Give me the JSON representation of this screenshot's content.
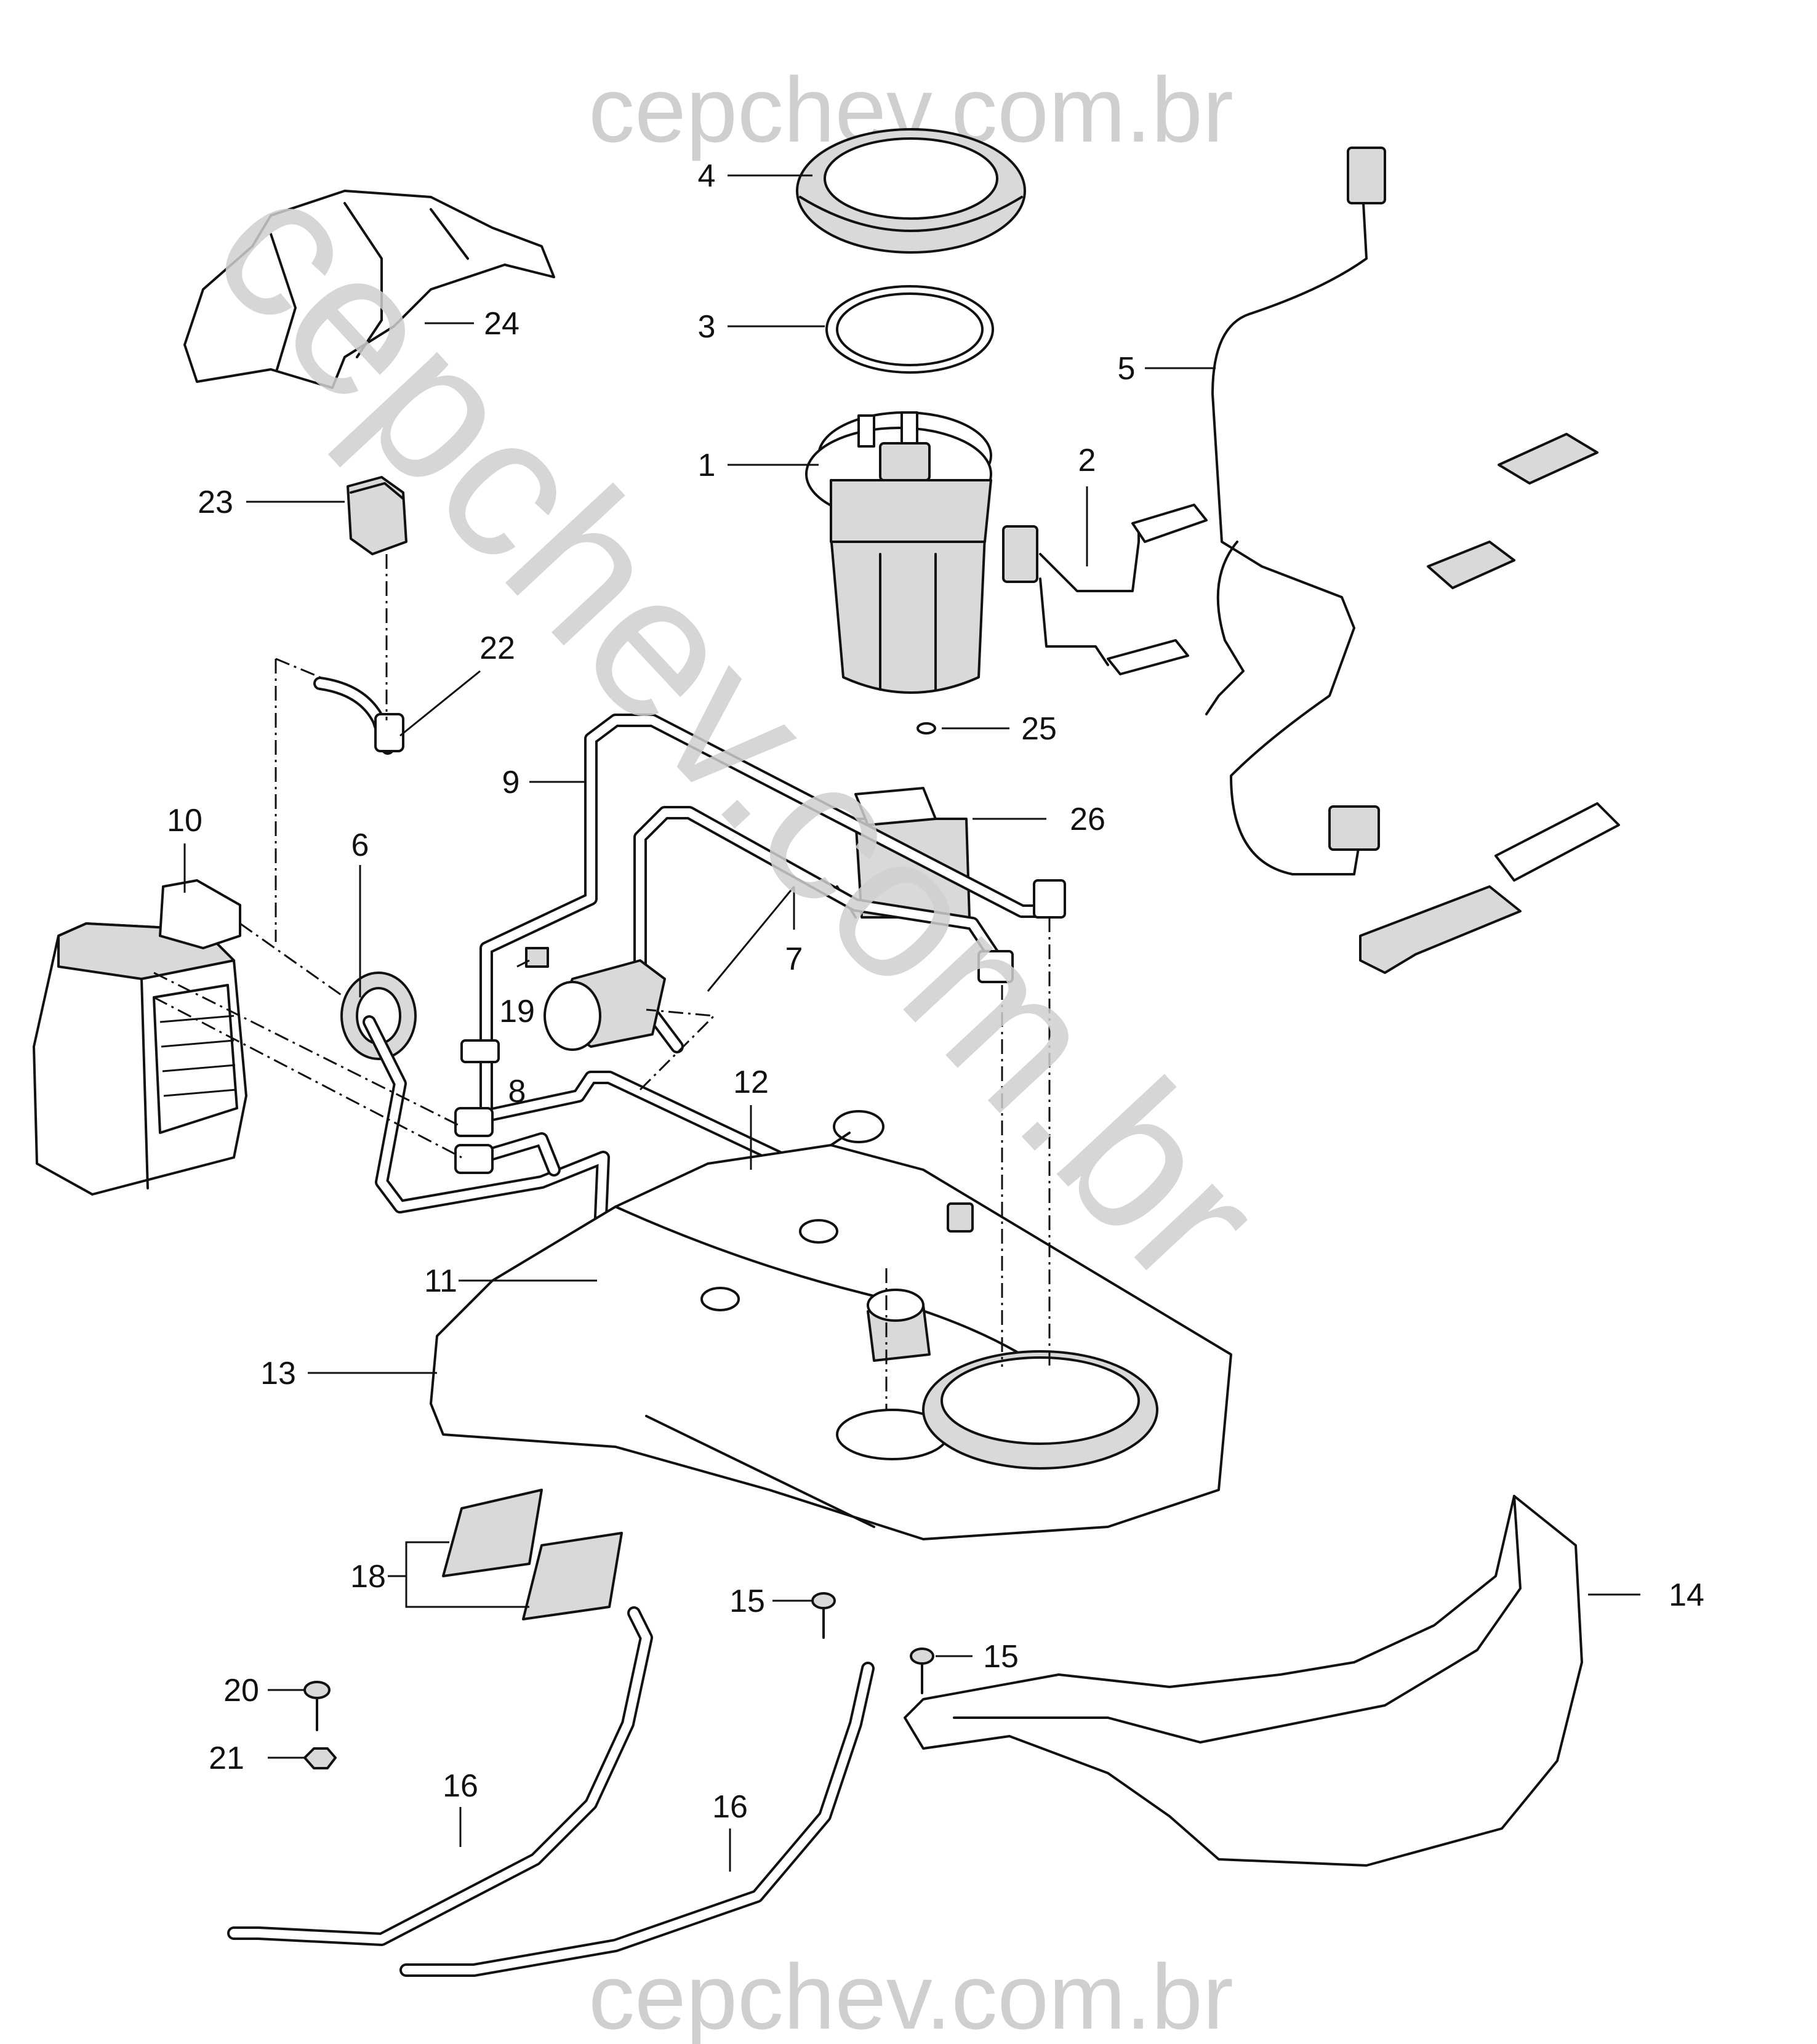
{
  "watermark": {
    "top": "cepchev.com.br",
    "bottom": "cepchev.com.br",
    "diagonal": "cepchev.com.br",
    "color": "#cfcfcf"
  },
  "callouts": {
    "c1": "1",
    "c2": "2",
    "c3": "3",
    "c4": "4",
    "c5": "5",
    "c6": "6",
    "c7": "7",
    "c8": "8",
    "c9": "9",
    "c10": "10",
    "c11": "11",
    "c12": "12",
    "c13": "13",
    "c14": "14",
    "c15a": "15",
    "c15b": "15",
    "c16a": "16",
    "c16b": "16",
    "c18": "18",
    "c19": "19",
    "c20": "20",
    "c21": "21",
    "c22": "22",
    "c23": "23",
    "c24": "24",
    "c25": "25",
    "c26": "26"
  },
  "colors": {
    "line": "#111111",
    "shade": "#d9d9d9",
    "background": "#ffffff"
  }
}
